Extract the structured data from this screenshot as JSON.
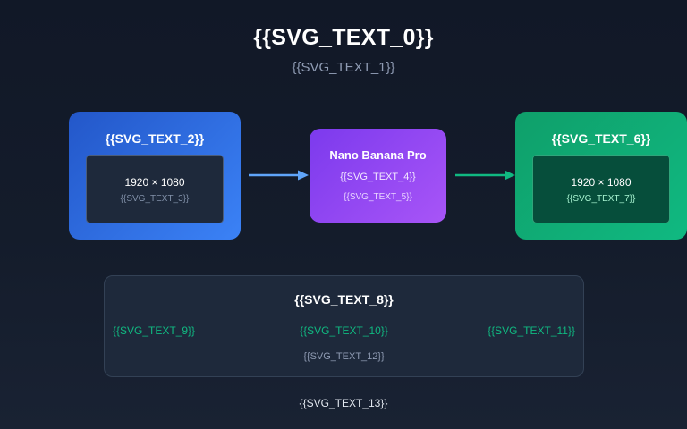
{
  "title": "{{SVG_TEXT_0}}",
  "subtitle": "{{SVG_TEXT_1}}",
  "input_box": {
    "title": "{{SVG_TEXT_2}}",
    "resolution": "1920 × 1080",
    "caption": "{{SVG_TEXT_3}}"
  },
  "process_box": {
    "title": "Nano Banana Pro",
    "line1": "{{SVG_TEXT_4}}",
    "line2": "{{SVG_TEXT_5}}"
  },
  "output_box": {
    "title": "{{SVG_TEXT_6}}",
    "resolution": "1920 × 1080",
    "caption": "{{SVG_TEXT_7}}"
  },
  "info_panel": {
    "title": "{{SVG_TEXT_8}}",
    "stats": [
      "{{SVG_TEXT_9}}",
      "{{SVG_TEXT_10}}",
      "{{SVG_TEXT_11}}"
    ],
    "note": "{{SVG_TEXT_12}}"
  },
  "footer": "{{SVG_TEXT_13}}",
  "colors": {
    "background": "#111827",
    "input_accent": "#3b82f6",
    "process_accent": "#a855f7",
    "output_accent": "#10b981",
    "arrow_left": "#60a5fa",
    "arrow_right": "#10b981"
  }
}
